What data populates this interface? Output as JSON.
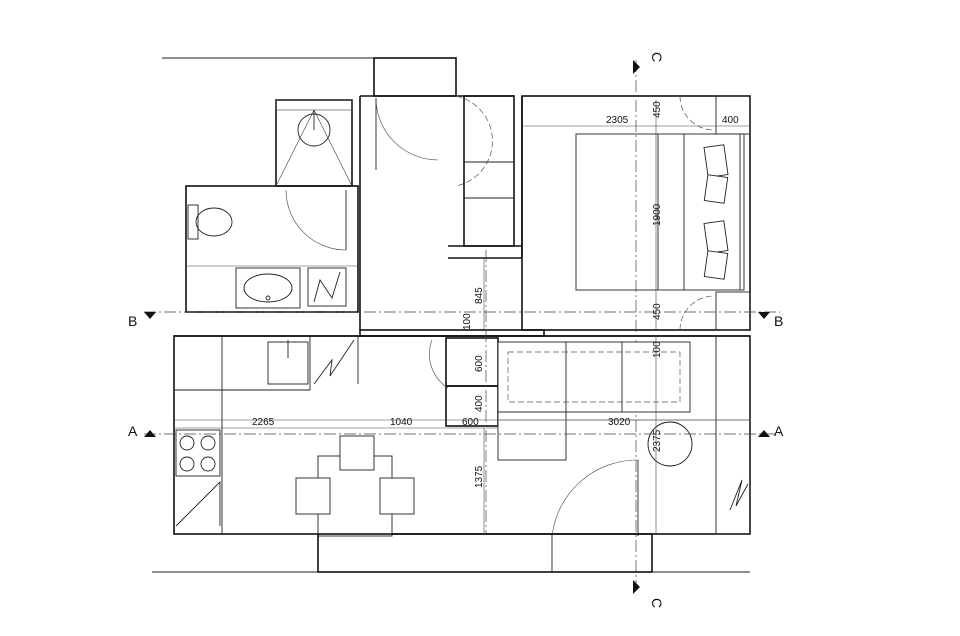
{
  "drawing": {
    "section_marks": {
      "a_left": "A",
      "a_right": "A",
      "b_left": "B",
      "b_right": "B",
      "c_top": "C",
      "c_bottom": "C"
    },
    "dimensions": {
      "bed_width": "2305",
      "top_gap": "450",
      "wardrobe_depth": "400",
      "bed_length": "1900",
      "bottom_gap": "450",
      "corridor": "845",
      "wall_left": "100",
      "wall_right": "100",
      "cabinet_600": "600",
      "cabinet_400": "400",
      "kitchen_length": "2265",
      "table_offset": "1040",
      "base_600": "600",
      "living_width": "3020",
      "living_depth": "2375",
      "window_depth": "1375"
    }
  }
}
